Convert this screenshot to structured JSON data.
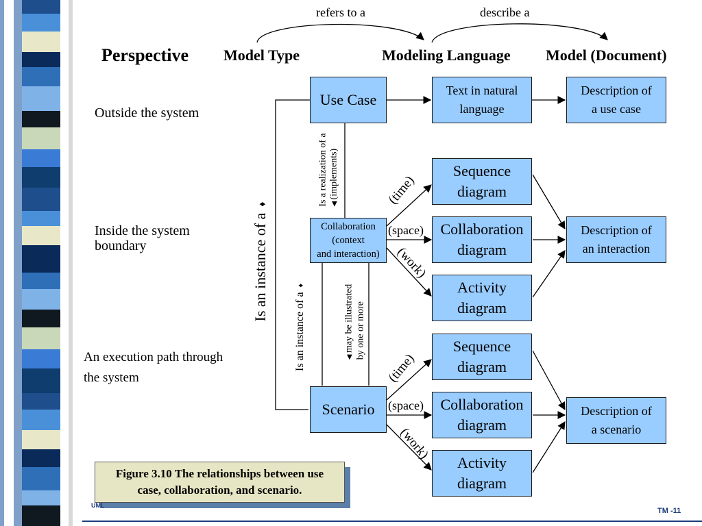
{
  "header": {
    "perspective": "Perspective",
    "model_type": "Model Type",
    "modeling_language": "Modeling Language",
    "model_document": "Model (Document)",
    "refers_to": "refers to a",
    "describe": "describe a"
  },
  "rows": {
    "outside": "Outside the system",
    "inside_line1": "Inside the system",
    "inside_line2": "boundary",
    "execution_line1": "An execution path through",
    "execution_line2": "the system"
  },
  "boxes": {
    "use_case": "Use Case",
    "text_natural_line1": "Text in natural",
    "text_natural_line2": "language",
    "desc_use_case_line1": "Description of",
    "desc_use_case_line2": "a use case",
    "sequence_line1": "Sequence",
    "sequence_line2": "diagram",
    "collab_ctx_line1": "Collaboration",
    "collab_ctx_line2": "(context",
    "collab_ctx_line3": "and interaction)",
    "collab_diag_line1": "Collaboration",
    "collab_diag_line2": "diagram",
    "activity_line1": "Activity",
    "activity_line2": "diagram",
    "desc_interaction_line1": "Description of",
    "desc_interaction_line2": "an interaction",
    "scenario": "Scenario",
    "desc_scenario_line1": "Description of",
    "desc_scenario_line2": "a scenario"
  },
  "edge_labels": {
    "time": "(time)",
    "space": "(space)",
    "work": "(work)",
    "instance_big": "Is an instance of a",
    "instance_small": "Is an instance of a",
    "realization_line1": "Is a realization of a",
    "realization_line2": "(implements)",
    "illustrated_line1": "may be illustrated",
    "illustrated_line2": "by  one or more"
  },
  "caption": {
    "line1": "Figure 3.10 The relationships between use",
    "line2": "case, collaboration, and scenario."
  },
  "footer": {
    "left": "UML",
    "right": "TM -11"
  },
  "colors": {
    "box_fill": "#99ccff",
    "caption_fill": "#e7e6c4",
    "footer_text": "#1a3a7a"
  }
}
